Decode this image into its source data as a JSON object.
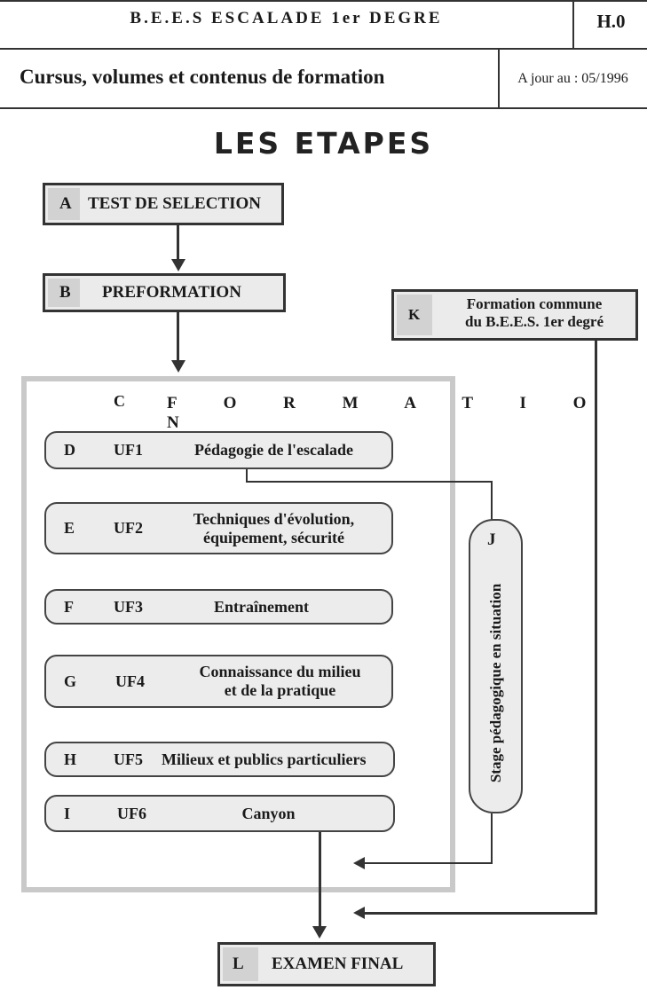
{
  "header": {
    "title": "B.E.E.S ESCALADE 1er DEGRE",
    "code": "H.0",
    "subtitle": "Cursus, volumes et contenus de formation",
    "date": "A jour au : 05/1996"
  },
  "page_title": "LES ETAPES",
  "steps": {
    "a": {
      "letter": "A",
      "label": "TEST DE SELECTION"
    },
    "b": {
      "letter": "B",
      "label": "PREFORMATION"
    },
    "k": {
      "letter": "K",
      "line1": "Formation commune",
      "line2": "du B.E.E.S. 1er degré"
    },
    "c": {
      "letter": "C",
      "label": "F O R M A T I O N"
    },
    "l": {
      "letter": "L",
      "label": "EXAMEN FINAL"
    }
  },
  "units": [
    {
      "letter": "D",
      "code": "UF1",
      "line1": "Pédagogie de l'escalade",
      "line2": ""
    },
    {
      "letter": "E",
      "code": "UF2",
      "line1": "Techniques d'évolution,",
      "line2": "équipement, sécurité"
    },
    {
      "letter": "F",
      "code": "UF3",
      "line1": "Entraînement",
      "line2": ""
    },
    {
      "letter": "G",
      "code": "UF4",
      "line1": "Connaissance du milieu",
      "line2": "et de la pratique"
    },
    {
      "letter": "H",
      "code": "UF5",
      "line1": "Milieux et publics particuliers",
      "line2": ""
    },
    {
      "letter": "I",
      "code": "UF6",
      "line1": "Canyon",
      "line2": ""
    }
  ],
  "stage": {
    "letter": "J",
    "label": "Stage pédagogique en situation"
  }
}
